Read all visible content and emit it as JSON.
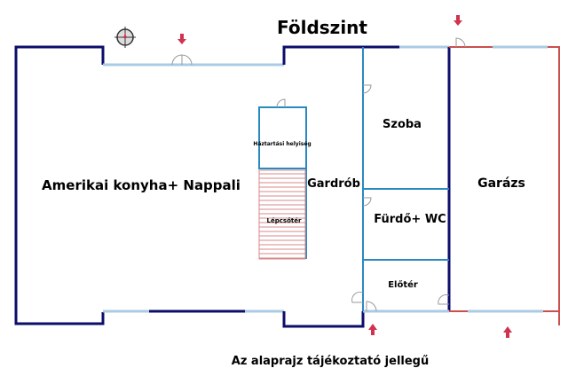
{
  "title": "Földszint",
  "rooms": {
    "living": "Amerikai konyha+ Nappali",
    "utility": "Háztartási helyiség",
    "stairs": "Lépcsőtér",
    "wardrobe": "Gardrób",
    "room": "Szoba",
    "bathroom": "Fürdő+ WC",
    "hall": "Előtér",
    "garage": "Garázs"
  },
  "footnote": "Az alaprajz tájékoztató jellegű",
  "colors": {
    "wall": "#0d0d6b",
    "window": "#a9cbe3",
    "garage_wall": "#c9504f",
    "inner_wall": "#2a8ac0",
    "arrow": "#d0334f"
  }
}
